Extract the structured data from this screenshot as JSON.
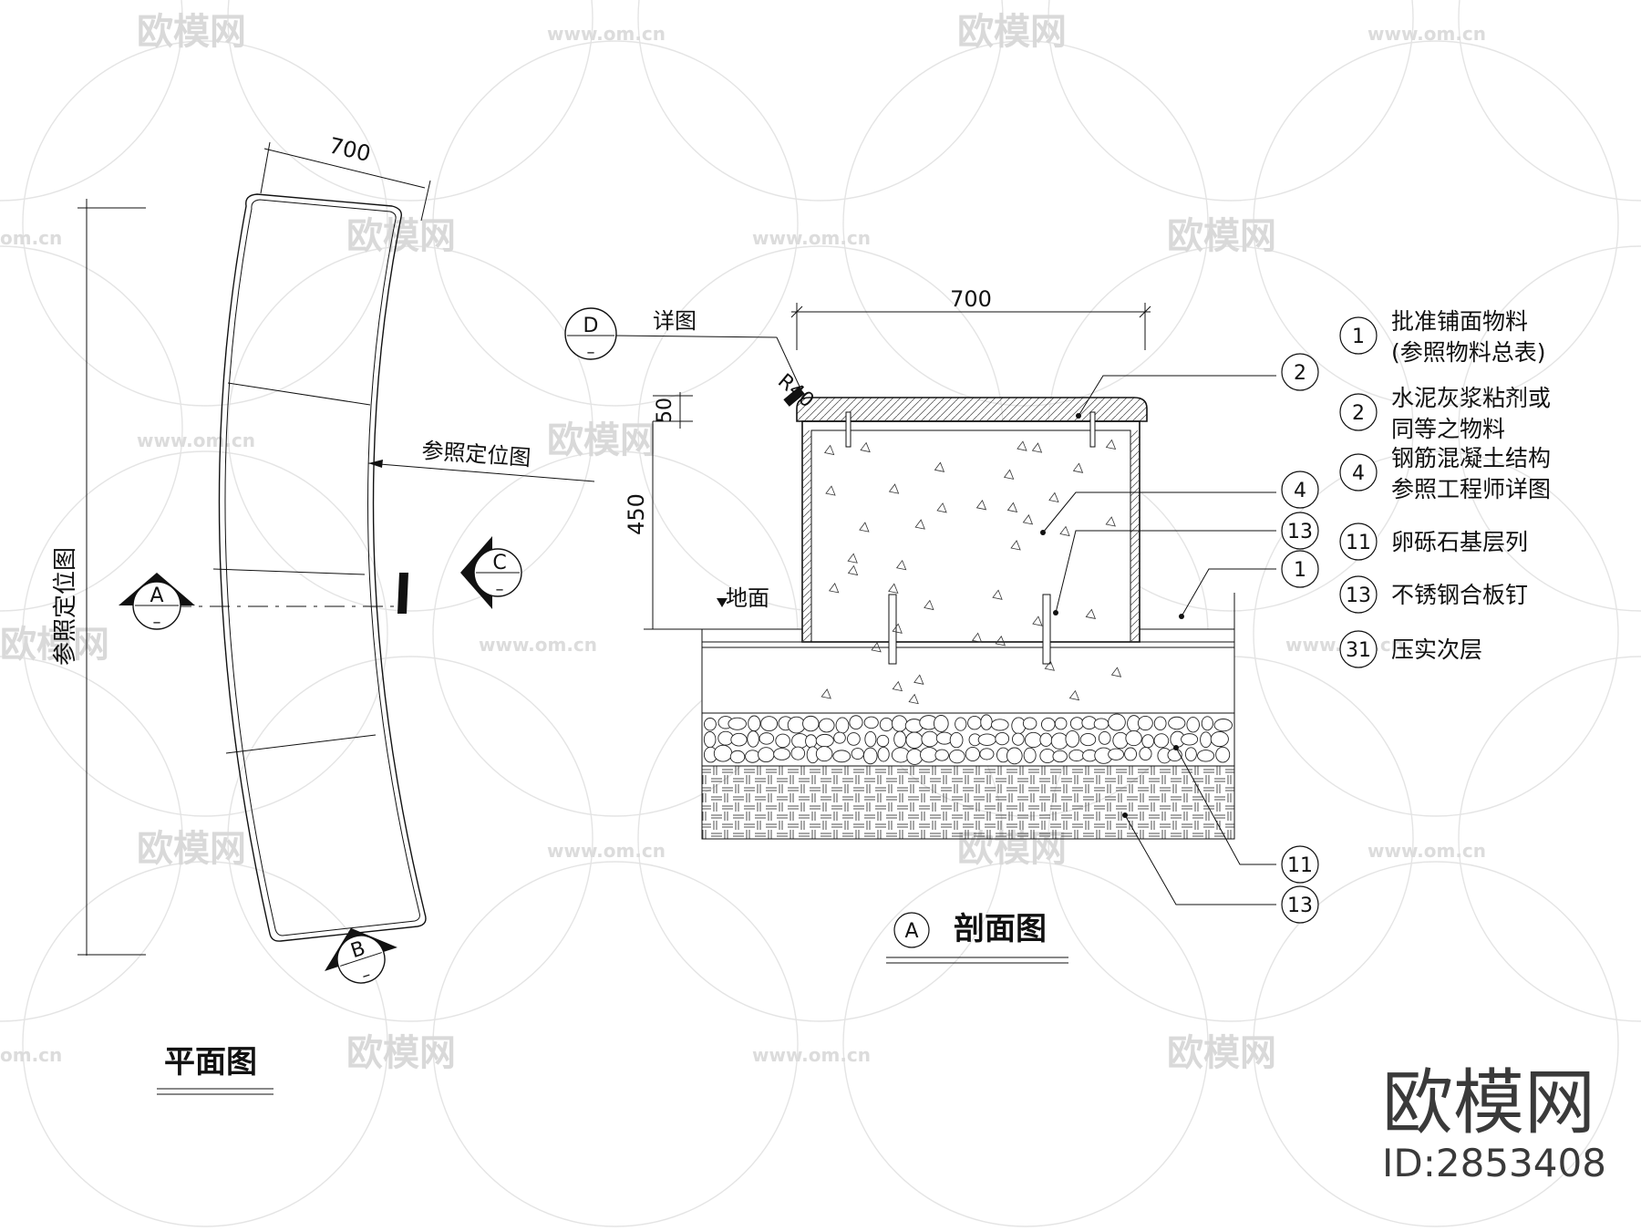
{
  "plan": {
    "title": "平面图",
    "dim_width": "700",
    "ref_vertical": "参照定位图",
    "ref_arrow": "参照定位图",
    "markers": [
      {
        "letter": "A",
        "sub": "–"
      },
      {
        "letter": "B",
        "sub": "–"
      },
      {
        "letter": "C",
        "sub": "–"
      }
    ]
  },
  "section": {
    "title_letter": "A",
    "title": "剖面图",
    "dim_width": "700",
    "dim_top": "50",
    "dim_height": "450",
    "radius": "R40",
    "ground": "地面",
    "detail_label": "详图",
    "detail_marker": {
      "letter": "D",
      "sub": "–"
    },
    "callouts": [
      "2",
      "4",
      "13",
      "1",
      "11",
      "13"
    ]
  },
  "legend": [
    {
      "num": "1",
      "lines": [
        "批准铺面物料",
        "(参照物料总表)"
      ]
    },
    {
      "num": "2",
      "lines": [
        "水泥灰浆粘剂或",
        "同等之物料"
      ]
    },
    {
      "num": "4",
      "lines": [
        "钢筋混凝土结构",
        "参照工程师详图"
      ]
    },
    {
      "num": "11",
      "lines": [
        "卵砾石基层列"
      ]
    },
    {
      "num": "13",
      "lines": [
        "不锈钢合板钉"
      ]
    },
    {
      "num": "31",
      "lines": [
        "压实次层"
      ]
    }
  ],
  "watermark": {
    "brand": "欧模网",
    "url": "www.om.cn",
    "url_short": "om.cn",
    "id": "ID:2853408"
  }
}
